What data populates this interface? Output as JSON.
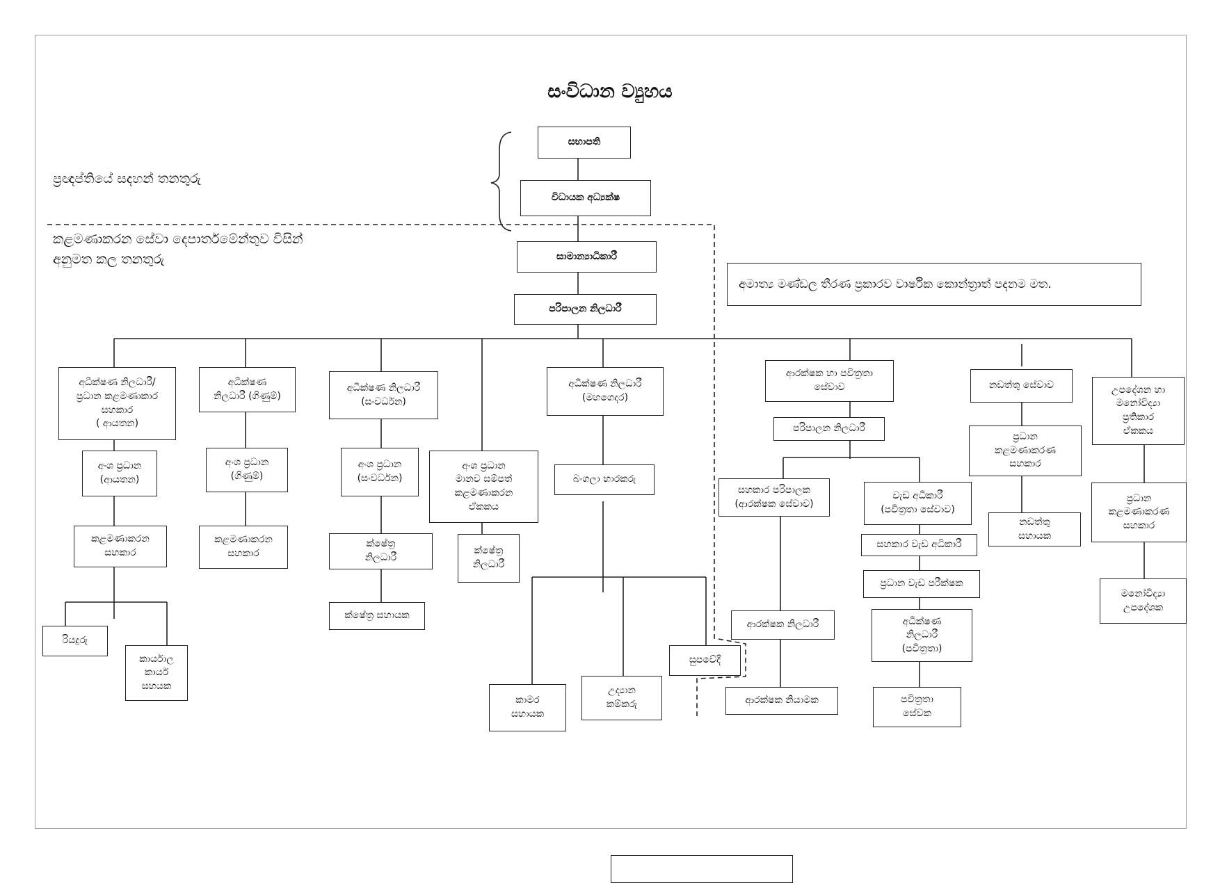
{
  "diagram": {
    "title": "සංවිධාන ව්‍යුහය",
    "labels": {
      "statutory": "ප්‍රඥප්තියේ සදහන් තනතුරු",
      "approved": "කළමණාකරන සේවා දෙපාර්තමේන්තුව විසින්\nඅනුමත කල තනතුරු"
    },
    "note": "අමාත්‍ය මණ්ඩල තීරණ ප්‍රකාරව වාර්ෂික කොන්ත්‍රාත් පදනම මත.",
    "nodes": {
      "chairman": "සභාපති",
      "exec_director": "විධායක අධ්‍යක්ෂ",
      "gm": "සාමාන්‍යාධිකාරී",
      "admin_officer": "පරිපාලන නිලධාරී",
      "sup_officer_income": "අධීක්ෂණ නිලධාරී/\nප්‍රධාන කළමණාකාර\nසහකාර\n( ආයතන)",
      "sup_officer_accounts": "අධීක්ෂණ\nනිලධාරී (ගිණුම්)",
      "sup_officer_dev": "අධීක්ෂණ නිලධාරී\n(සංවර්ධන)",
      "sup_officer_mahagedara": "අධීක්ෂණ නිලධාරී\n(මහගෙදර)",
      "security_services": "ආරක්ෂක හා පවිත්‍රතා\nසේවාව",
      "maintenance_services": "නඩත්තු සේවාව",
      "counselling_unit": "උපදේශන හා\nමනෝවිද්‍යා\nප්‍රතිකාර\nඒකකය",
      "dept_head_income": "අංශ ප්‍රධාන\n(ආයතන)",
      "dept_head_accounts": "අංශ ප්‍රධාන\n(ගිණුම්)",
      "dept_head_dev": "අංශ ප්‍රධාන\n(සංවර්ධන)",
      "hr_unit": "අංශ ප්‍රධාන\nමානව සම්පත්\nකළමණාකරන\nඒකකය",
      "bungalow_keeper": "බංගලා භාරකරු",
      "admin_officer_2": "පරිපාලන නිලධාරී",
      "chief_mgmt_asst_maint": "ප්‍රධාන\nකළමණාකරණ\nසහකාර",
      "chief_mgmt_asst_couns": "ප්‍රධාන\nකළමණාකරණ\nසහකාර",
      "mgmt_asst_income": "කළමණාකරන\nසහකාර",
      "mgmt_asst_accounts": "කළමණාකරන\nසහකාර",
      "field_officer_dev": "ක්ෂේත්‍ර\nනිලධාරී",
      "field_officer_hr": "ක්ෂේත්‍ර\nනිලධාරී",
      "field_assistant": "ක්ෂේත්‍ර සහායක",
      "asst_admin_security": "සහකාර පරිපාලක\n(ආරක්ෂක සේවාව)",
      "works_superintendent": "වැඩ අධිකාරී\n(පවිත්‍රතා සේවාව)",
      "asst_works_superintendent": "සහකාර වැඩ අධිකාරී",
      "chief_works_inspector": "ප්‍රධාන වැඩ පරීක්ෂක",
      "sup_officer_cleaning": "අධීක්ෂණ\nනිලධාරී\n(පවිත්‍රතා)",
      "maintenance_assistant": "නඩත්තු\nසහායක",
      "psychology_counsellor": "මනෝවිද්‍යා\nඋපදේශක",
      "driver": "රියදුරු",
      "office_assistant": "කාර්යාල\nකාර්ය\nසහයක",
      "security_officer": "ආරක්ෂක නිලධාරී",
      "security_controller": "ආරක්ෂක නියාමක",
      "cleaning_servant": "පවිත්‍රතා\nසේවක",
      "supervisor": "සුපවේදී",
      "room_assistant": "කාමර\nසහායක",
      "garden_labourer": "උද්‍යාන\nකම්කරු"
    }
  }
}
